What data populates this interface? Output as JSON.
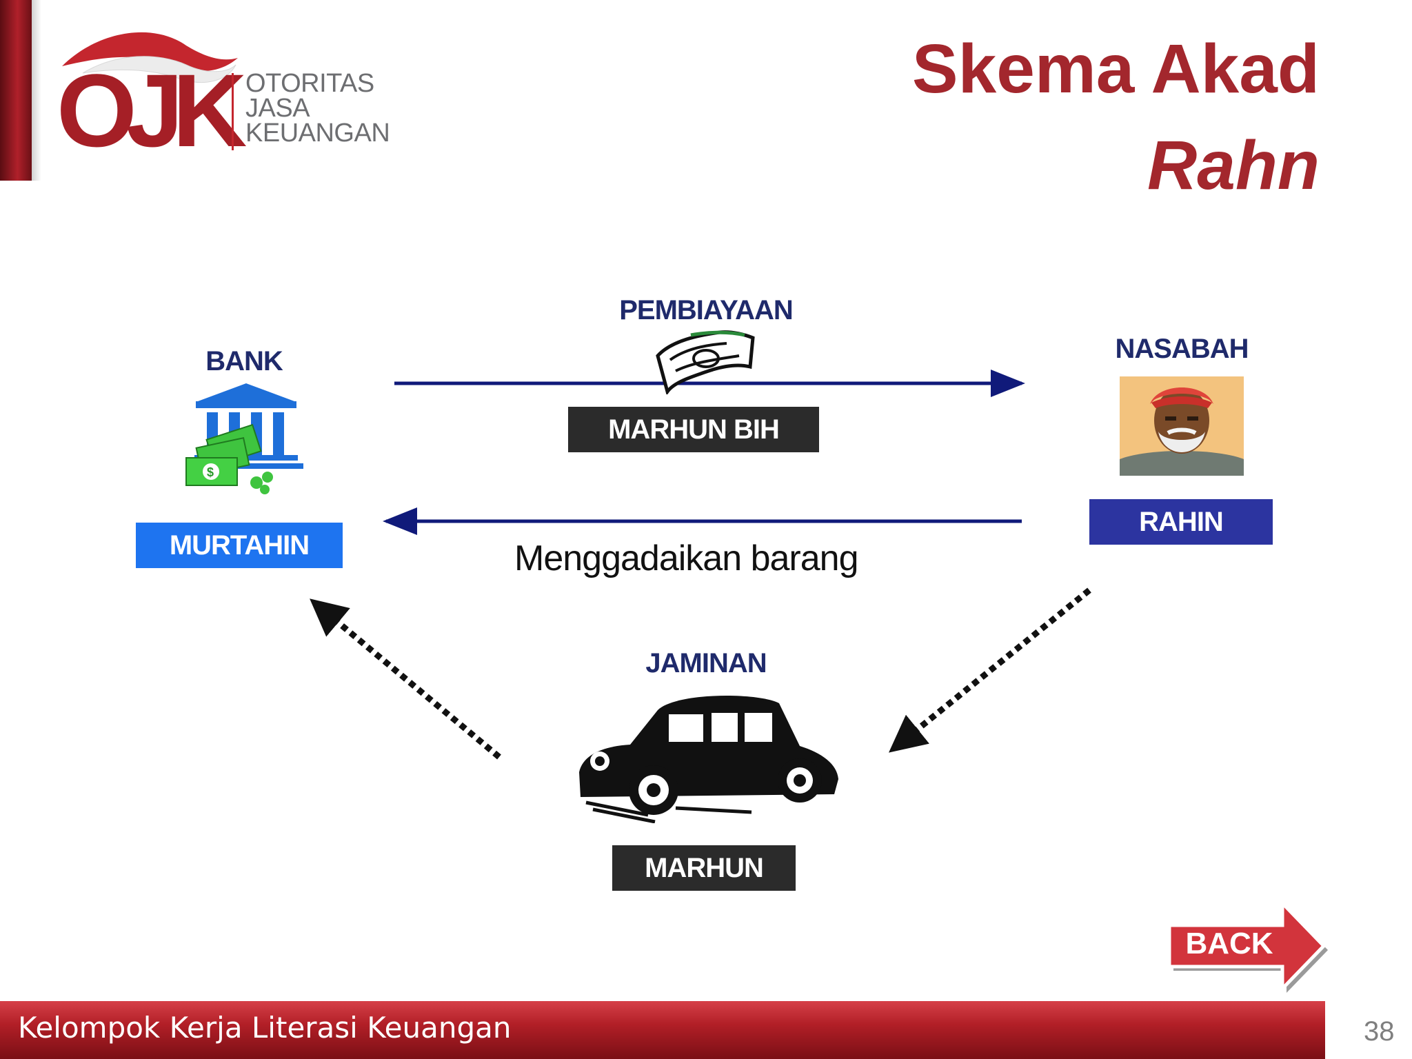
{
  "header": {
    "logo_mark": "OJK",
    "logo_lines": [
      "OTORITAS",
      "JASA",
      "KEUANGAN"
    ],
    "title_line1": "Skema Akad",
    "title_line2": "Rahn"
  },
  "diagram": {
    "bank_label": "BANK",
    "bank_role": "MURTAHIN",
    "customer_label": "NASABAH",
    "customer_role": "RAHIN",
    "financing_label": "PEMBIAYAAN",
    "financing_box": "MARHUN BIH",
    "return_text": "Menggadaikan barang",
    "collateral_label": "JAMINAN",
    "collateral_box": "MARHUN"
  },
  "nav": {
    "back_label": "BACK"
  },
  "footer": {
    "text": "Kelompok Kerja Literasi Keuangan",
    "page_number": "38"
  },
  "colors": {
    "brand_red": "#a3272d",
    "label_navy": "#1f2a6b",
    "arrow_navy": "#101a7a",
    "murtahin_blue": "#1e74f0",
    "rahin_blue": "#2c34a0",
    "dark_box": "#2b2b2b",
    "back_red": "#d2343c"
  },
  "icons": [
    "bank-building-icon",
    "money-stack-icon",
    "banknote-icon",
    "customer-portrait-icon",
    "vintage-car-icon",
    "back-arrow-icon"
  ]
}
